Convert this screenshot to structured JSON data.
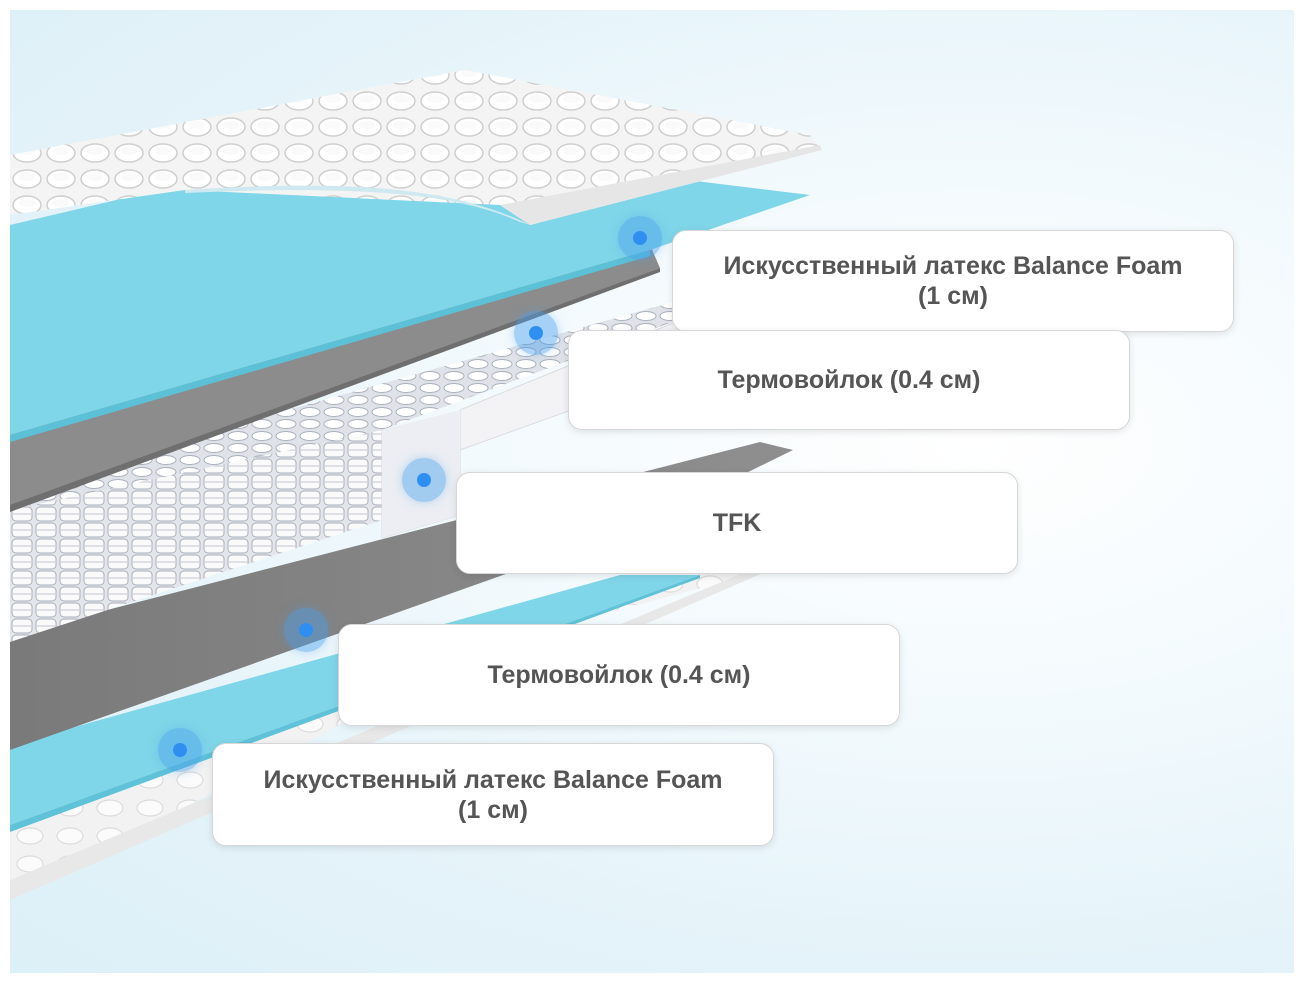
{
  "layers": [
    {
      "id": "top-latex",
      "label": "Искусственный латекс Balance Foam (1 см)"
    },
    {
      "id": "top-felt",
      "label": "Термовойлок (0.4 см)"
    },
    {
      "id": "springs",
      "label": "TFK"
    },
    {
      "id": "bottom-felt",
      "label": "Термовойлок (0.4 см)"
    },
    {
      "id": "bottom-latex",
      "label": "Искусственный латекс Balance Foam (1 см)"
    }
  ],
  "colors": {
    "latex": "#7fd6e8",
    "felt": "#8a8a8a",
    "marker": "#2f8ff0",
    "label_text": "#555555"
  }
}
